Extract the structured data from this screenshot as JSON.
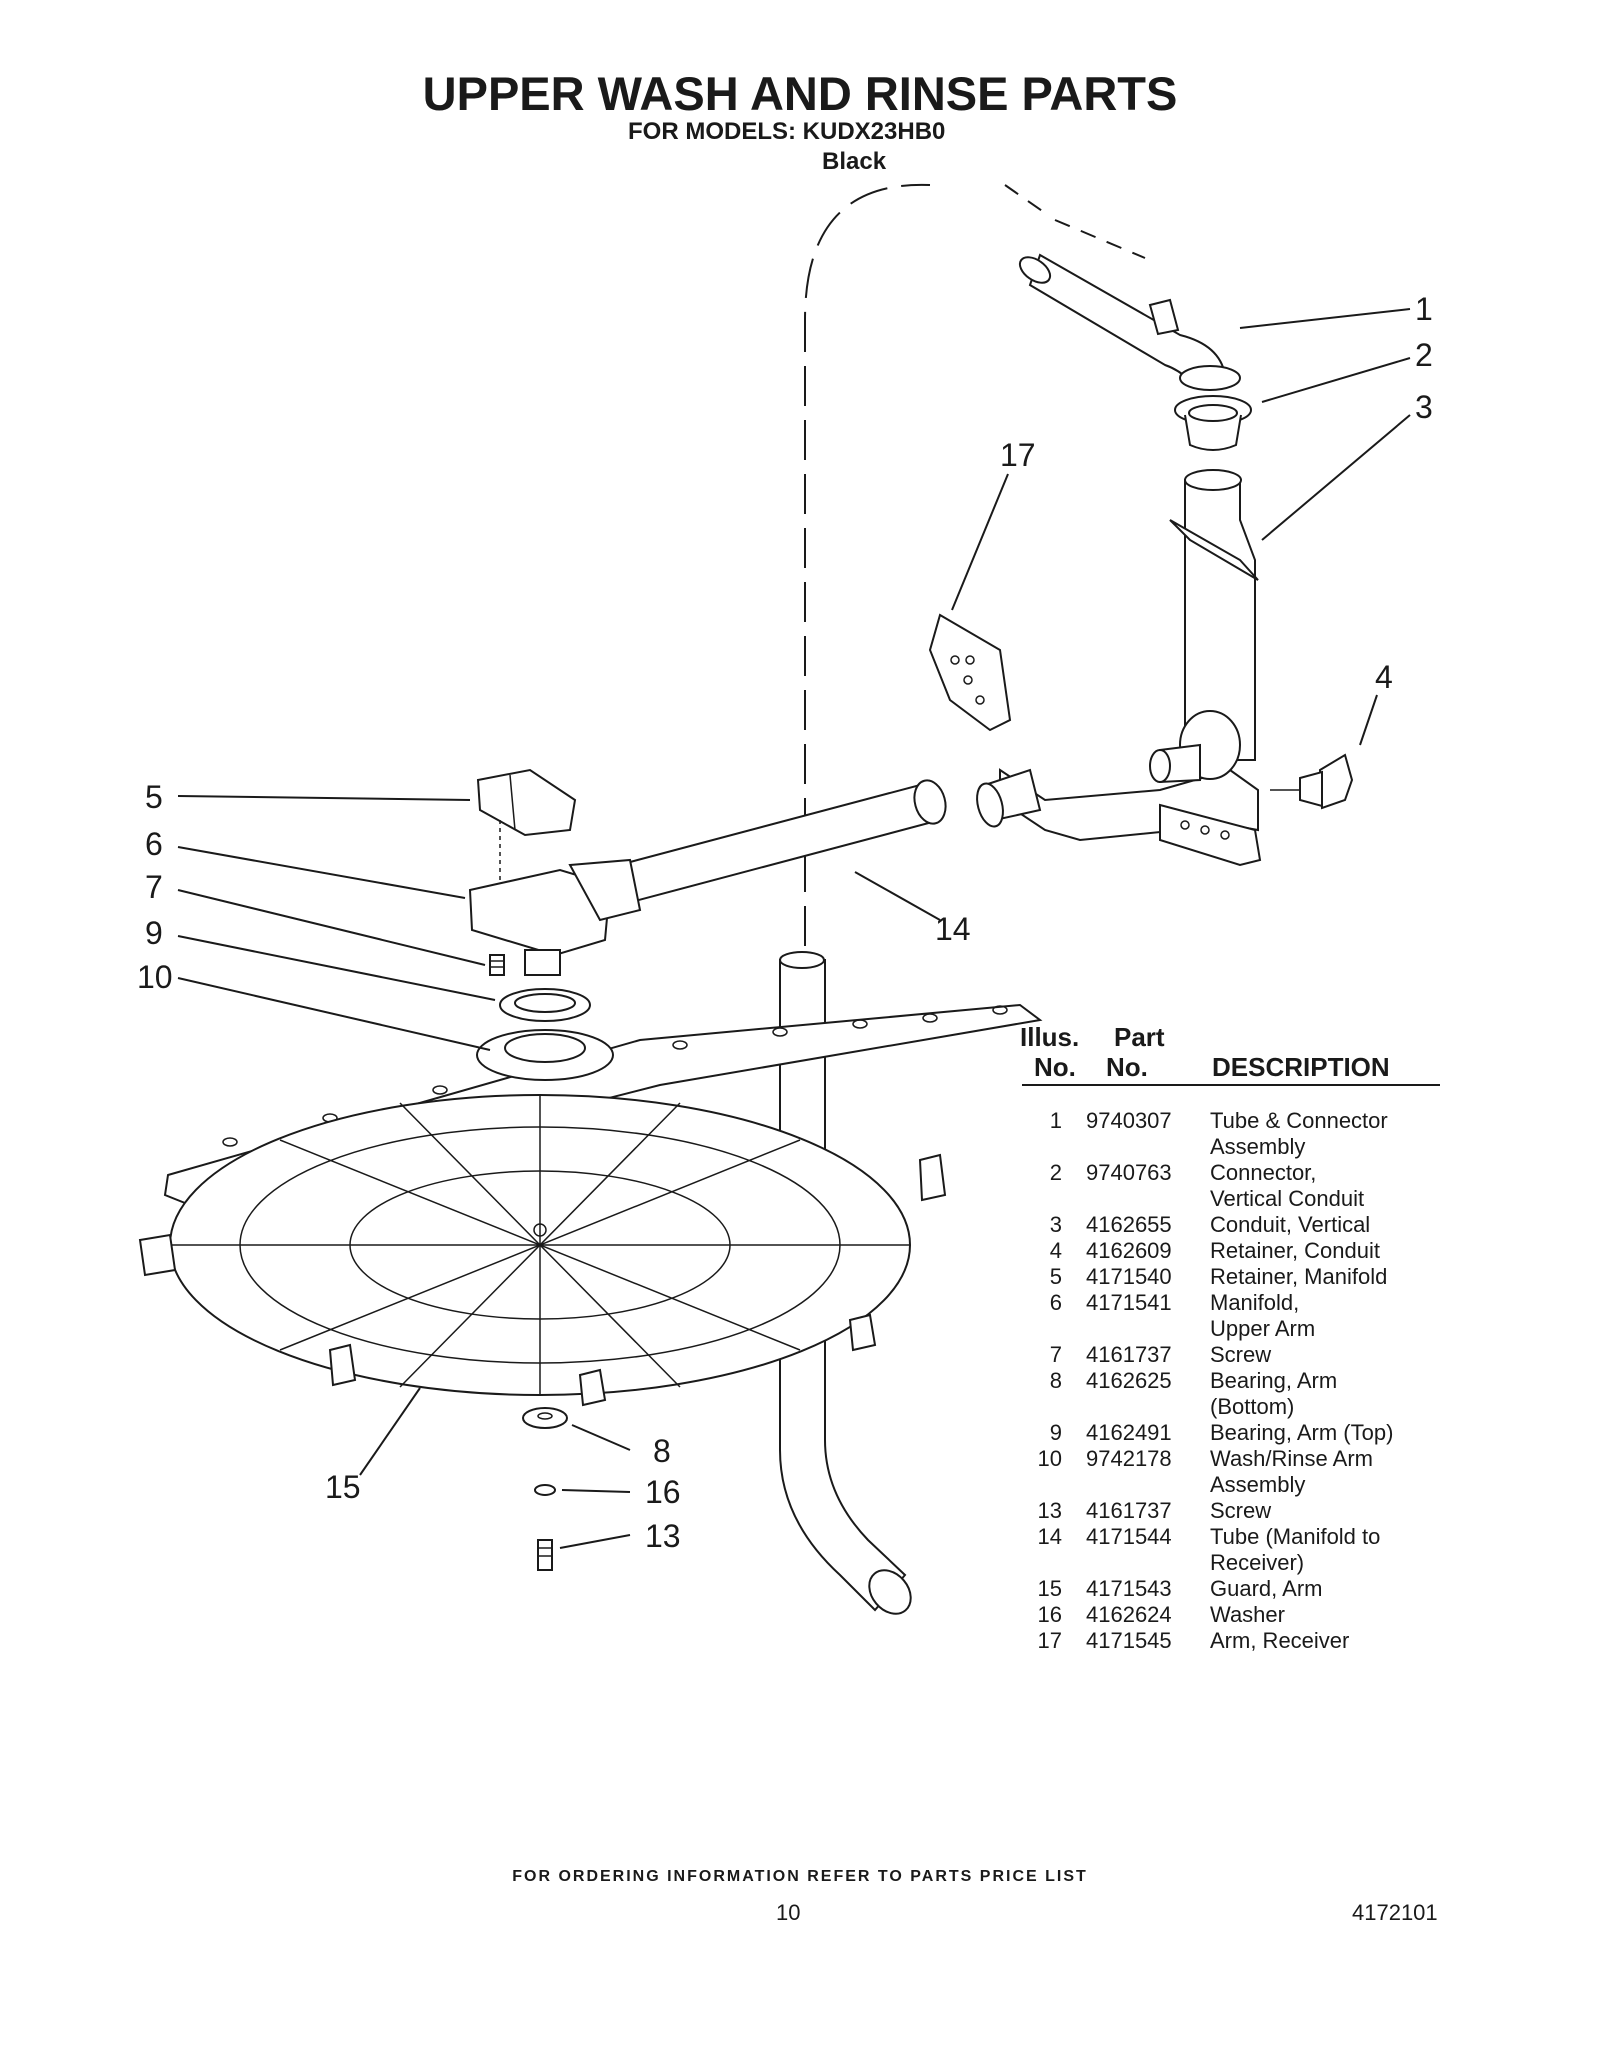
{
  "header": {
    "title": "UPPER WASH AND RINSE PARTS",
    "models_line": "FOR MODELS: KUDX23HB0",
    "color": "Black"
  },
  "callouts": [
    "1",
    "2",
    "3",
    "4",
    "5",
    "6",
    "7",
    "9",
    "10",
    "14",
    "15",
    "8",
    "16",
    "13",
    "17"
  ],
  "parts_table": {
    "headers": {
      "illus_line1": "Illus.",
      "illus_line2": "No.",
      "part_line1": "Part",
      "part_line2": "No.",
      "description": "DESCRIPTION"
    },
    "rows": [
      {
        "no": "1",
        "part": "9740307",
        "desc1": "Tube & Connector",
        "desc2": "Assembly"
      },
      {
        "no": "2",
        "part": "9740763",
        "desc1": "Connector,",
        "desc2": "Vertical Conduit"
      },
      {
        "no": "3",
        "part": "4162655",
        "desc1": "Conduit, Vertical",
        "desc2": ""
      },
      {
        "no": "4",
        "part": "4162609",
        "desc1": "Retainer, Conduit",
        "desc2": ""
      },
      {
        "no": "5",
        "part": "4171540",
        "desc1": "Retainer, Manifold",
        "desc2": ""
      },
      {
        "no": "6",
        "part": "4171541",
        "desc1": "Manifold,",
        "desc2": "Upper Arm"
      },
      {
        "no": "7",
        "part": "4161737",
        "desc1": "Screw",
        "desc2": ""
      },
      {
        "no": "8",
        "part": "4162625",
        "desc1": "Bearing, Arm",
        "desc2": "(Bottom)"
      },
      {
        "no": "9",
        "part": "4162491",
        "desc1": "Bearing, Arm (Top)",
        "desc2": ""
      },
      {
        "no": "10",
        "part": "9742178",
        "desc1": "Wash/Rinse Arm",
        "desc2": "Assembly"
      },
      {
        "no": "13",
        "part": "4161737",
        "desc1": "Screw",
        "desc2": ""
      },
      {
        "no": "14",
        "part": "4171544",
        "desc1": "Tube (Manifold to",
        "desc2": "Receiver)"
      },
      {
        "no": "15",
        "part": "4171543",
        "desc1": "Guard, Arm",
        "desc2": ""
      },
      {
        "no": "16",
        "part": "4162624",
        "desc1": "Washer",
        "desc2": ""
      },
      {
        "no": "17",
        "part": "4171545",
        "desc1": "Arm, Receiver",
        "desc2": ""
      }
    ]
  },
  "footer": {
    "ordering_note": "FOR ORDERING INFORMATION REFER TO PARTS PRICE LIST",
    "page_number": "10",
    "document_number": "4172101"
  }
}
